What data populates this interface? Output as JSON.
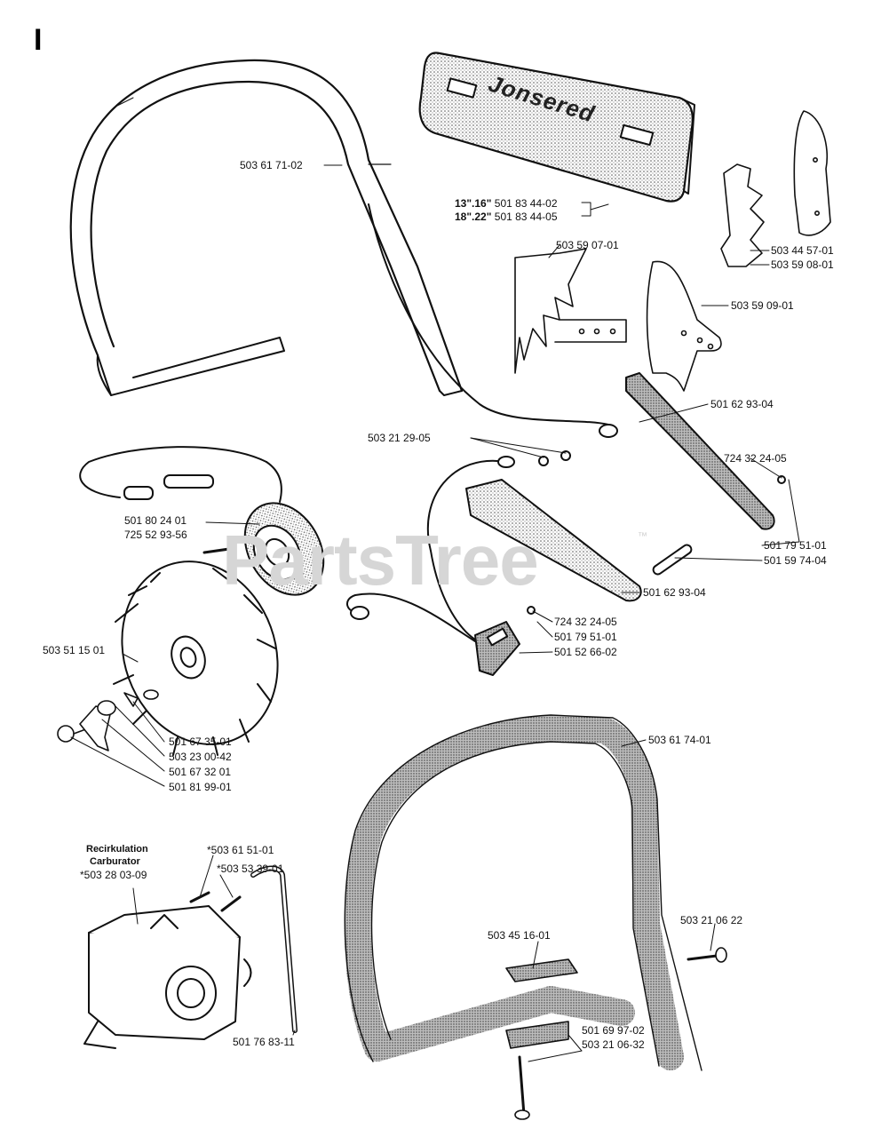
{
  "section": "I",
  "watermark": "PartsTree",
  "watermark_tm": "™",
  "brand_text": "Jonsered",
  "carb_title": [
    "Recirkulation",
    "Carburator"
  ],
  "parts": {
    "front_handle": "503 61 71-02",
    "bar_guard_13": {
      "size": "13\".16\"",
      "number": "501 83 44-02"
    },
    "bar_guard_18": {
      "size": "18\".22\"",
      "number": "501 83 44-05"
    },
    "bumper_spike_a": "503 59 07-01",
    "bumper_plate_1": "503 44 57-01",
    "bumper_plate_2": "503 59 08-01",
    "bumper_spike_b": "503 59 09-01",
    "heater_element_top": "501 62 93-04",
    "screw_a": "503 21 29-05",
    "washer_top": "724 32 24-05",
    "ignition_coil_1": "501 80 24 01",
    "ignition_coil_2": "725 52 93-56",
    "spring_washer_right": "501 79 51-01",
    "pin": "501 59 74-04",
    "heater_element_lower": "501 62 93-04",
    "washer_lower": "724 32 24-05",
    "spring_washer_lower": "501 79 51-01",
    "switch": "501 52 66-02",
    "flywheel": "503 51 15 01",
    "pawl_1": "501 67 35-01",
    "pawl_2": "503 23 00-42",
    "pawl_3": "501 67 32 01",
    "pawl_screw": "501 81 99-01",
    "rear_handle": "503 61 74-01",
    "carb_main": "*503 28 03-09",
    "carb_screw_1": "*503 61 51-01",
    "carb_screw_2": "*503 53 39-01",
    "rear_screw": "503 21 06 22",
    "damper": "503 45 16-01",
    "hex_key": "501 76 83-11",
    "damper_cover": "501 69 97-02",
    "damper_screw": "503 21 06-32"
  }
}
